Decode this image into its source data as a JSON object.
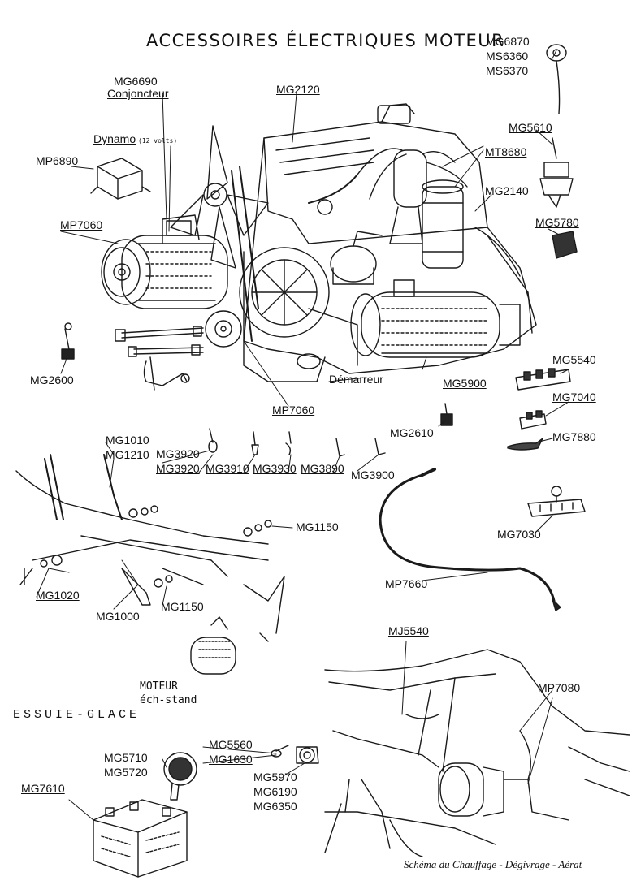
{
  "title": "ACCESSOIRES ÉLECTRIQUES MOTEUR",
  "labels": {
    "mg6870": "MG6870",
    "ms6360": "MS6360",
    "ms6370": "MS6370",
    "mg6690": "MG6690",
    "conjoncteur": "Conjoncteur",
    "mg2120": "MG2120",
    "dynamo": "Dynamo",
    "dynamo_volts": "(12 volts)",
    "mg5610": "MG5610",
    "mp6890": "MP6890",
    "mt8680": "MT8680",
    "mg2140": "MG2140",
    "mp7060_top": "MP7060",
    "mg5780": "MG5780",
    "mg2600": "MG2600",
    "demarreur": "Démarreur",
    "mg5900": "MG5900",
    "mg5540": "MG5540",
    "mp7060_bottom": "MP7060",
    "mg7040": "MG7040",
    "mg2610": "MG2610",
    "mg1010": "MG1010",
    "mg1210": "MG1210",
    "mg7880": "MG7880",
    "mg3920_a": "MG3920",
    "mg3920_b": "MG3920",
    "mg3910": "MG3910",
    "mg3930": "MG3930",
    "mg3890": "MG3890",
    "mg3900": "MG3900",
    "mg1150_a": "MG1150",
    "mg7030": "MG7030",
    "mg1020": "MG1020",
    "mg1000": "MG1000",
    "mg1150_b": "MG1150",
    "mp7660": "MP7660",
    "moteur": "MOTEUR",
    "ech_stand": "éch-stand",
    "mj5540": "MJ5540",
    "essuie_glace": "ESSUIE-GLACE",
    "mp7080": "MP7080",
    "mg5560": "MG5560",
    "mg1630": "MG1630",
    "mg5710": "MG5710",
    "mg5720": "MG5720",
    "mg5970": "MG5970",
    "mg6190": "MG6190",
    "mg6350": "MG6350",
    "mg7610": "MG7610",
    "schema_chauffage": "Schéma du Chauffage - Dégivrage - Aérat"
  }
}
